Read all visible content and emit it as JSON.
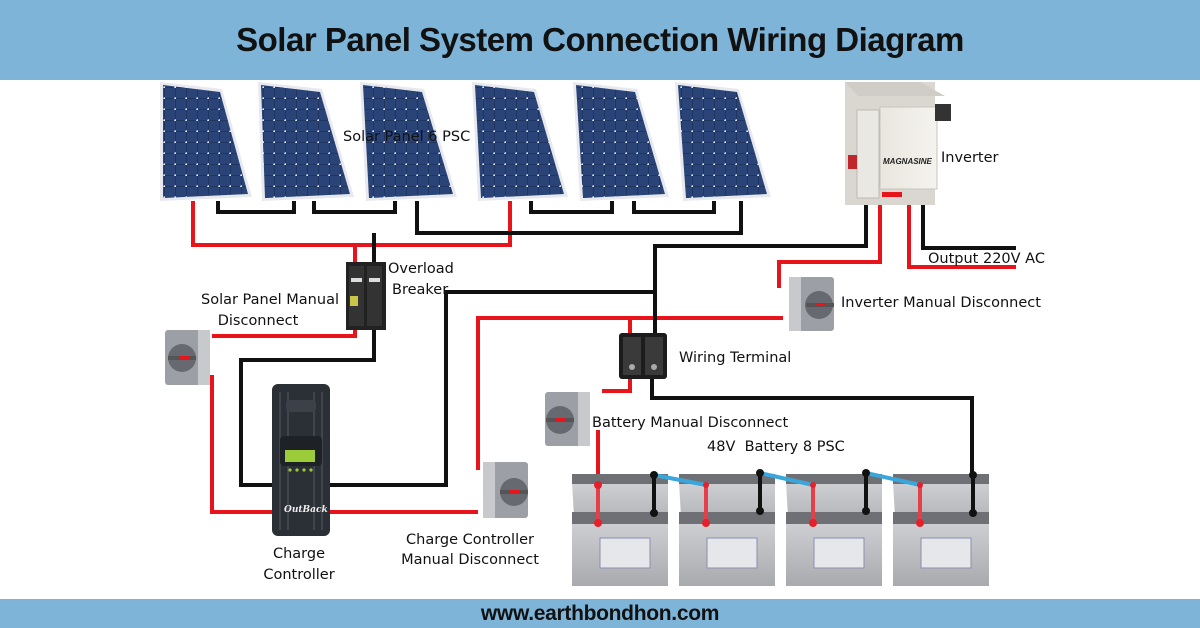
{
  "header": {
    "title": "Solar Panel System Connection Wiring Diagram"
  },
  "footer": {
    "website": "www.earthbondhon.com"
  },
  "colors": {
    "banner": "#7db4d8",
    "positive_wire": "#e8141b",
    "negative_wire": "#111111",
    "series_link": "#3aa7dc"
  },
  "components": {
    "solar_panels": {
      "label": "Solar Panel 6 PSC",
      "count": 6
    },
    "inverter": {
      "label": "Inverter",
      "brand": "MAGNASINE"
    },
    "output": {
      "label": "Output 220V AC"
    },
    "overload_breaker": {
      "label_line1": "Overload",
      "label_line2": "Breaker"
    },
    "solar_disconnect": {
      "label_line1": "Solar Panel Manual",
      "label_line2": "Disconnect"
    },
    "inverter_disconnect": {
      "label": "Inverter Manual Disconnect"
    },
    "wiring_terminal": {
      "label": "Wiring Terminal"
    },
    "battery_disconnect": {
      "label": "Battery Manual Disconnect"
    },
    "battery_bank": {
      "label": "48V  Battery 8 PSC",
      "count": 8
    },
    "charge_controller": {
      "label_line1": "Charge",
      "label_line2": "Controller",
      "brand": "OutBack"
    },
    "charge_controller_disconnect": {
      "label_line1": "Charge Controller",
      "label_line2": "Manual Disconnect"
    }
  }
}
